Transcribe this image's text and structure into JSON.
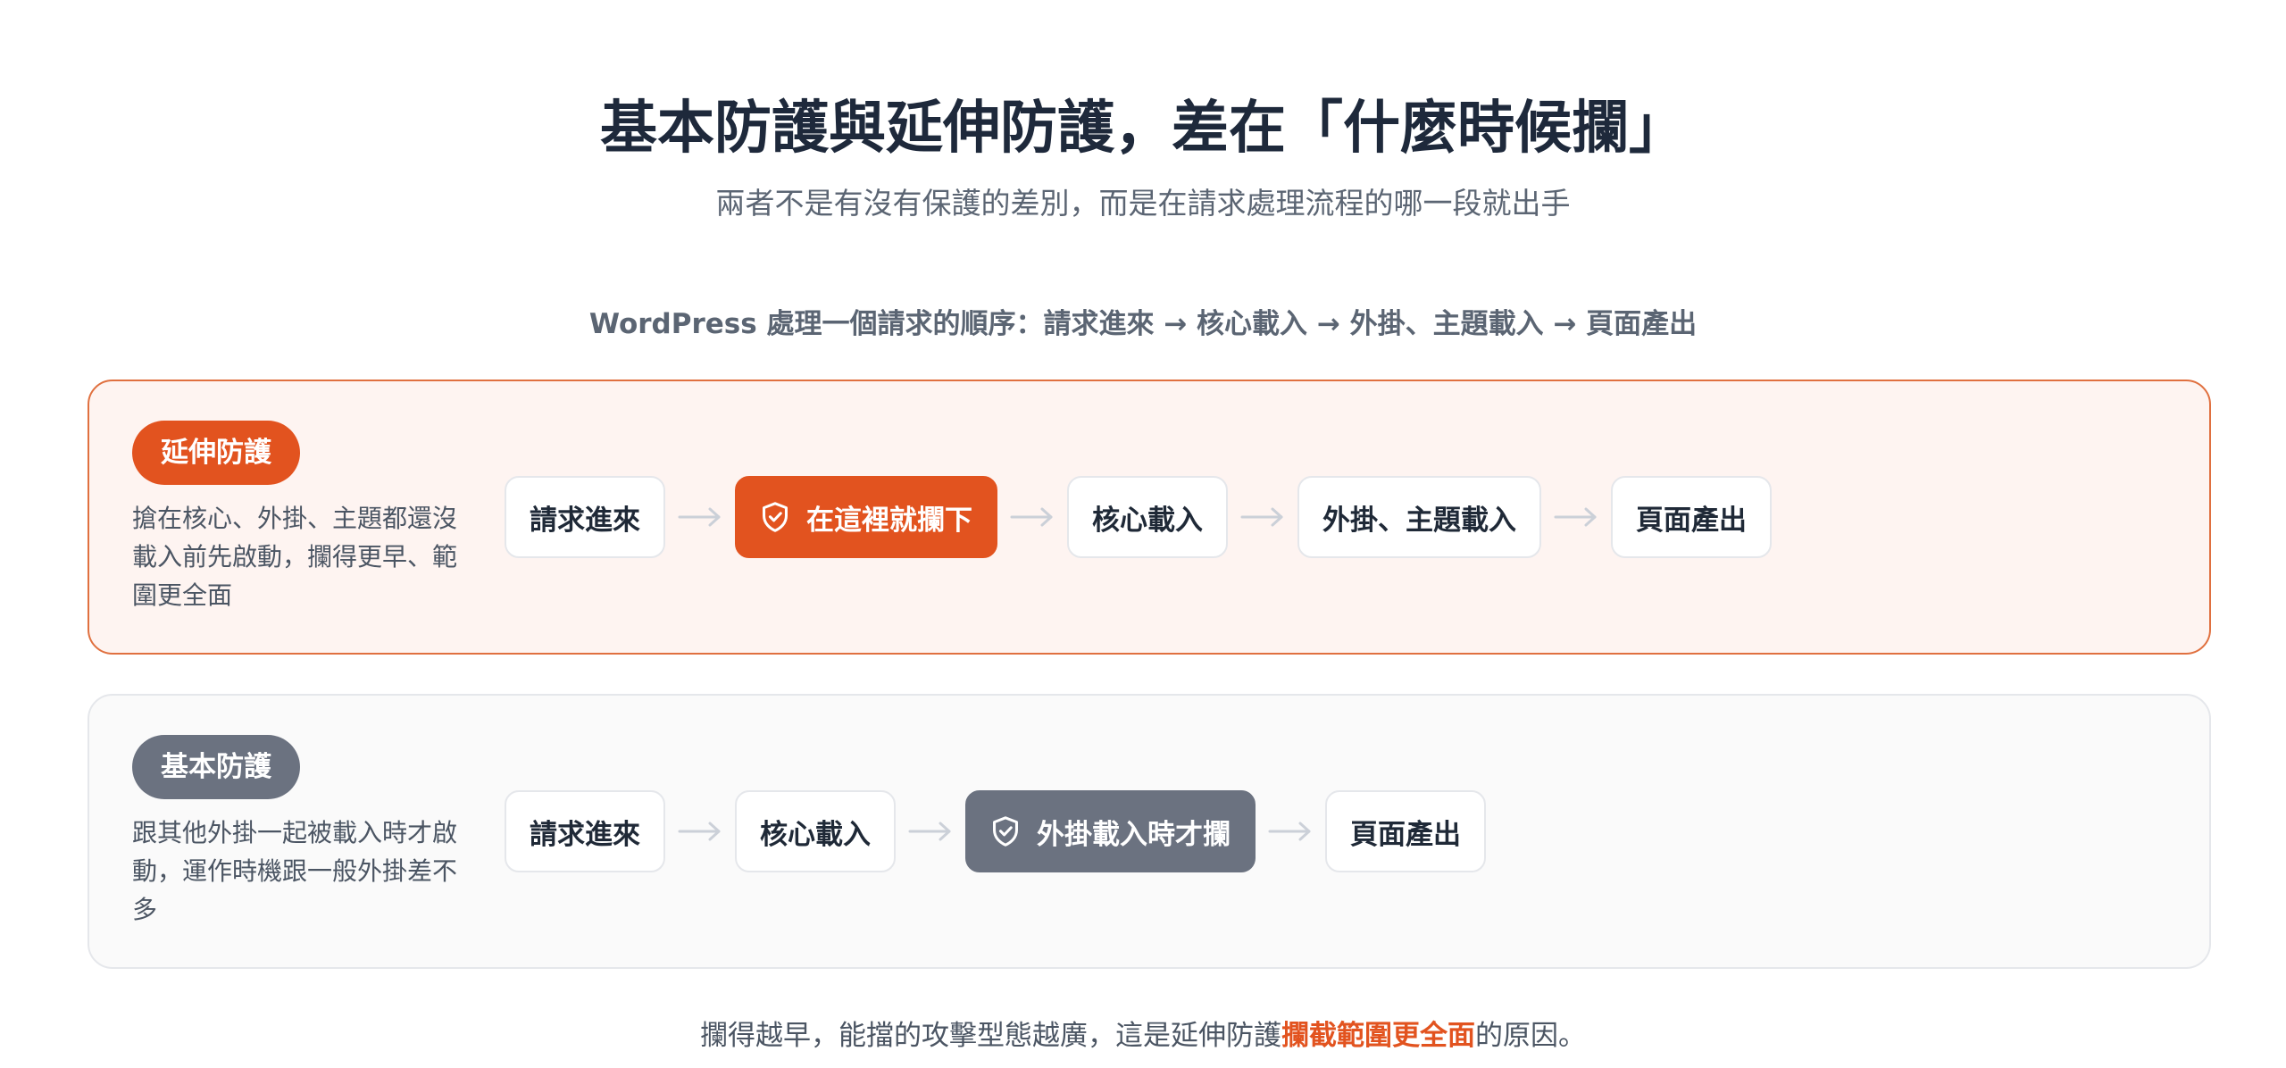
{
  "title": "基本防護與延伸防護，差在「什麼時候攔」",
  "subtitle": "兩者不是有沒有保護的差別，而是在請求處理流程的哪一段就出手",
  "sequence": "WordPress 處理一個請求的順序：請求進來 → 核心載入 → 外掛、主題載入 → 頁面產出",
  "extended": {
    "badge": "延伸防護",
    "description": "搶在核心、外掛、主題都還沒載入前先啟動，攔得更早、範圍更全面",
    "steps": [
      "請求進來",
      "在這裡就攔下",
      "核心載入",
      "外掛、主題載入",
      "頁面產出"
    ],
    "highlight_index": 1,
    "accent_color": "#e2531f"
  },
  "basic": {
    "badge": "基本防護",
    "description": "跟其他外掛一起被載入時才啟動，運作時機跟一般外掛差不多",
    "steps": [
      "請求進來",
      "核心載入",
      "外掛載入時才攔",
      "頁面產出"
    ],
    "highlight_index": 2,
    "accent_color": "#6b7280"
  },
  "footer": {
    "before": "攔得越早，能擋的攻擊型態越廣，這是延伸防護",
    "emphasis": "攔截範圍更全面",
    "after": "的原因。"
  },
  "icons": {
    "highlight_icon": "shield-check-icon",
    "connector_icon": "arrow-right-icon"
  }
}
